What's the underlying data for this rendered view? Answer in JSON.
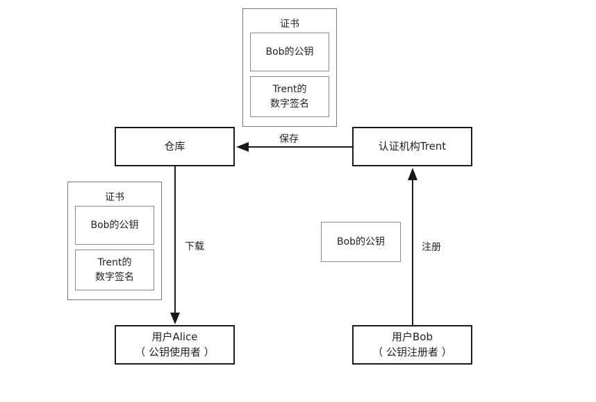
{
  "nodes": {
    "warehouse": "仓库",
    "ca": "认证机构Trent",
    "alice_line1": "用户Alice",
    "alice_line2": "（ 公钥使用者 ）",
    "bob_line1": "用户Bob",
    "bob_line2": "（ 公钥注册者 ）",
    "bob_public_key": "Bob的公钥"
  },
  "cert_top": {
    "title": "证书",
    "public_key": "Bob的公钥",
    "signature_line1": "Trent的",
    "signature_line2": "数字签名"
  },
  "cert_left": {
    "title": "证书",
    "public_key": "Bob的公钥",
    "signature_line1": "Trent的",
    "signature_line2": "数字签名"
  },
  "edges": {
    "store": "保存",
    "download": "下载",
    "register": "注册"
  }
}
